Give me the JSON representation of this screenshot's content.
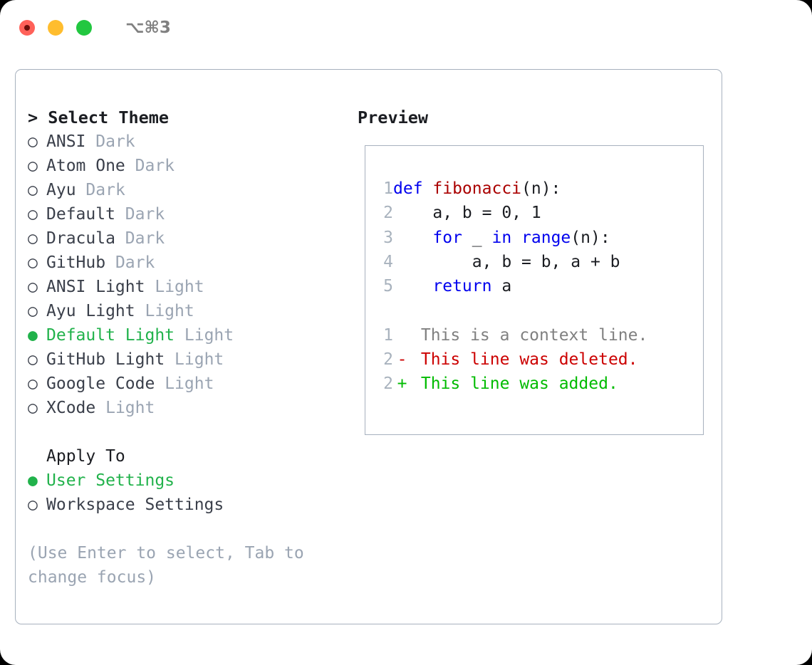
{
  "window": {
    "shortcut": "⌥⌘3",
    "traffic_lights": {
      "close_color": "#ff6159",
      "minimize_color": "#ffbd2e",
      "maximize_color": "#22c740"
    }
  },
  "theme_selector": {
    "heading": "> Select Theme",
    "selected_bullet": "●",
    "unselected_bullet": "○",
    "accent_color": "#21b24b",
    "items": [
      {
        "name": "ANSI",
        "variant": "Dark",
        "selected": false,
        "bullet": "○"
      },
      {
        "name": "Atom One",
        "variant": "Dark",
        "selected": false,
        "bullet": "○"
      },
      {
        "name": "Ayu",
        "variant": "Dark",
        "selected": false,
        "bullet": "○"
      },
      {
        "name": "Default",
        "variant": "Dark",
        "selected": false,
        "bullet": "○"
      },
      {
        "name": "Dracula",
        "variant": "Dark",
        "selected": false,
        "bullet": "○"
      },
      {
        "name": "GitHub",
        "variant": "Dark",
        "selected": false,
        "bullet": "○"
      },
      {
        "name": "ANSI Light",
        "variant": "Light",
        "selected": false,
        "bullet": "○"
      },
      {
        "name": "Ayu Light",
        "variant": "Light",
        "selected": false,
        "bullet": "○"
      },
      {
        "name": "Default Light",
        "variant": "Light",
        "selected": true,
        "bullet": "●"
      },
      {
        "name": "GitHub Light",
        "variant": "Light",
        "selected": false,
        "bullet": "○"
      },
      {
        "name": "Google Code",
        "variant": "Light",
        "selected": false,
        "bullet": "○"
      },
      {
        "name": "XCode",
        "variant": "Light",
        "selected": false,
        "bullet": "○"
      }
    ]
  },
  "apply_to": {
    "label": "Apply To",
    "options": [
      {
        "name": "User Settings",
        "selected": true,
        "bullet": "●"
      },
      {
        "name": "Workspace Settings",
        "selected": false,
        "bullet": "○"
      }
    ]
  },
  "hint": "(Use Enter to select, Tab to change focus)",
  "preview": {
    "title": "Preview",
    "code_lines": [
      {
        "num": "1",
        "marker": " ",
        "tokens": [
          {
            "t": "def ",
            "c": "kw"
          },
          {
            "t": "fibonacci",
            "c": "fn"
          },
          {
            "t": "(n):",
            "c": "pl"
          }
        ]
      },
      {
        "num": "2",
        "marker": " ",
        "tokens": [
          {
            "t": "    a, b = 0, 1",
            "c": "pl"
          }
        ]
      },
      {
        "num": "3",
        "marker": " ",
        "tokens": [
          {
            "t": "    ",
            "c": "pl"
          },
          {
            "t": "for",
            "c": "kw"
          },
          {
            "t": " _ ",
            "c": "pl"
          },
          {
            "t": "in",
            "c": "kw"
          },
          {
            "t": " ",
            "c": "pl"
          },
          {
            "t": "range",
            "c": "bi"
          },
          {
            "t": "(n):",
            "c": "pl"
          }
        ]
      },
      {
        "num": "4",
        "marker": " ",
        "tokens": [
          {
            "t": "        a, b = b, a + b",
            "c": "pl"
          }
        ]
      },
      {
        "num": "5",
        "marker": " ",
        "tokens": [
          {
            "t": "    ",
            "c": "pl"
          },
          {
            "t": "return",
            "c": "kw"
          },
          {
            "t": " a",
            "c": "pl"
          }
        ]
      }
    ],
    "diff_lines": [
      {
        "num": "1",
        "marker": " ",
        "marker_class": "pl",
        "text": " This is a context line.",
        "text_class": "ctx"
      },
      {
        "num": "2",
        "marker": "-",
        "marker_class": "del",
        "text": " This line was deleted.",
        "text_class": "del"
      },
      {
        "num": "2",
        "marker": "+",
        "marker_class": "add",
        "text": " This line was added.",
        "text_class": "add"
      }
    ],
    "colors": {
      "keyword": "#0000ee",
      "function": "#aa0000",
      "plain": "#1b1d22",
      "line_number": "#a8b2bd",
      "context": "#808080",
      "deleted": "#cc0000",
      "added": "#00bb00"
    }
  }
}
